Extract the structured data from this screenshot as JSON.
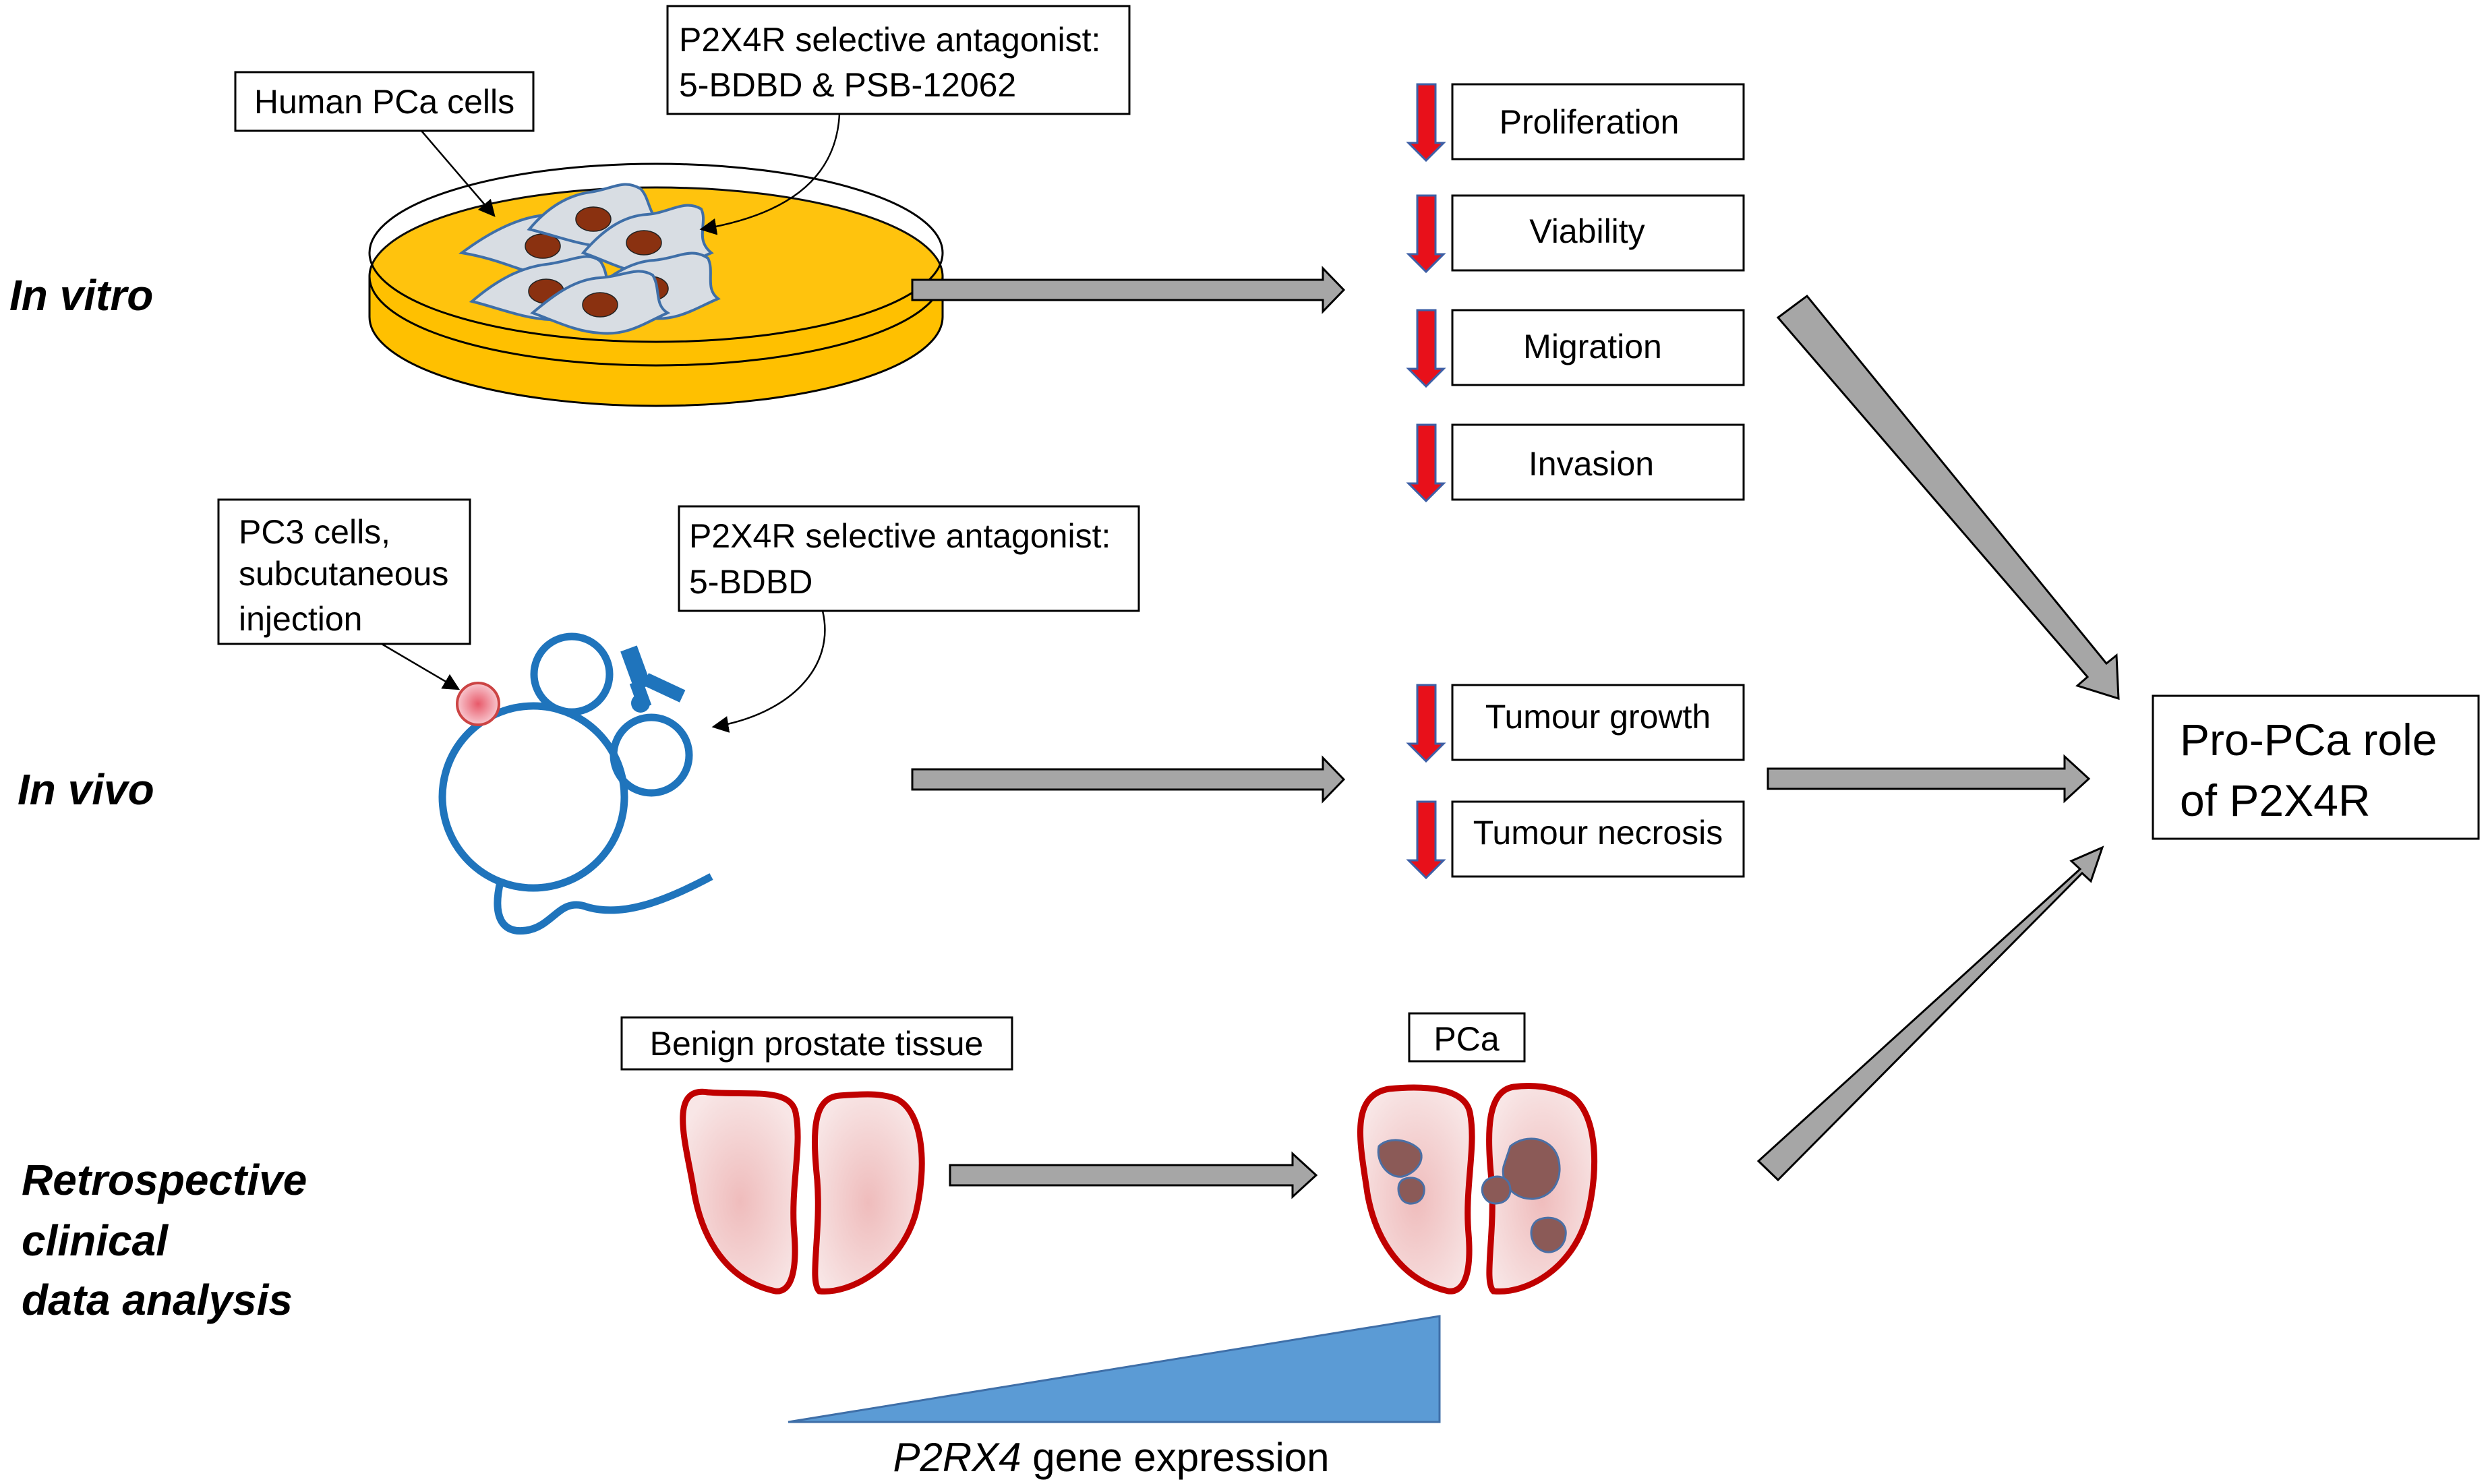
{
  "rows": {
    "in_vitro": "In vitro",
    "in_vivo": "In vivo",
    "clinical_line1": "Retrospective",
    "clinical_line2": "clinical",
    "clinical_line3": "data analysis"
  },
  "in_vitro": {
    "cells_label": "Human PCa cells",
    "antagonist_line1": "P2X4R selective antagonist:",
    "antagonist_line2": "5-BDBD & PSB-12062",
    "outcomes": [
      "Proliferation",
      "Viability",
      "Migration",
      "Invasion"
    ]
  },
  "in_vivo": {
    "cells_line1": "PC3 cells,",
    "cells_line2": "subcutaneous",
    "cells_line3": "injection",
    "antagonist_line1": "P2X4R selective antagonist:",
    "antagonist_line2": "5-BDBD",
    "outcomes": [
      "Tumour growth",
      "Tumour necrosis"
    ]
  },
  "clinical": {
    "benign_label": "Benign prostate tissue",
    "pca_label": "PCa",
    "gene_italic": "P2RX4",
    "gene_rest": " gene expression"
  },
  "conclusion": {
    "line1": "Pro-PCa role",
    "line2": "of P2X4R"
  },
  "colors": {
    "dish_fill": "#ffc000",
    "down_arrow": "#e8101a",
    "mouse": "#1f74bc",
    "prostate_outline": "#c00000",
    "expression_wedge": "#5b9bd5",
    "flow_arrow": "#a6a6a6"
  },
  "icons": [
    "petri-dish-icon",
    "cell-icon",
    "mouse-icon",
    "syringe-icon",
    "prostate-icon",
    "down-arrow-icon",
    "wedge-icon"
  ]
}
